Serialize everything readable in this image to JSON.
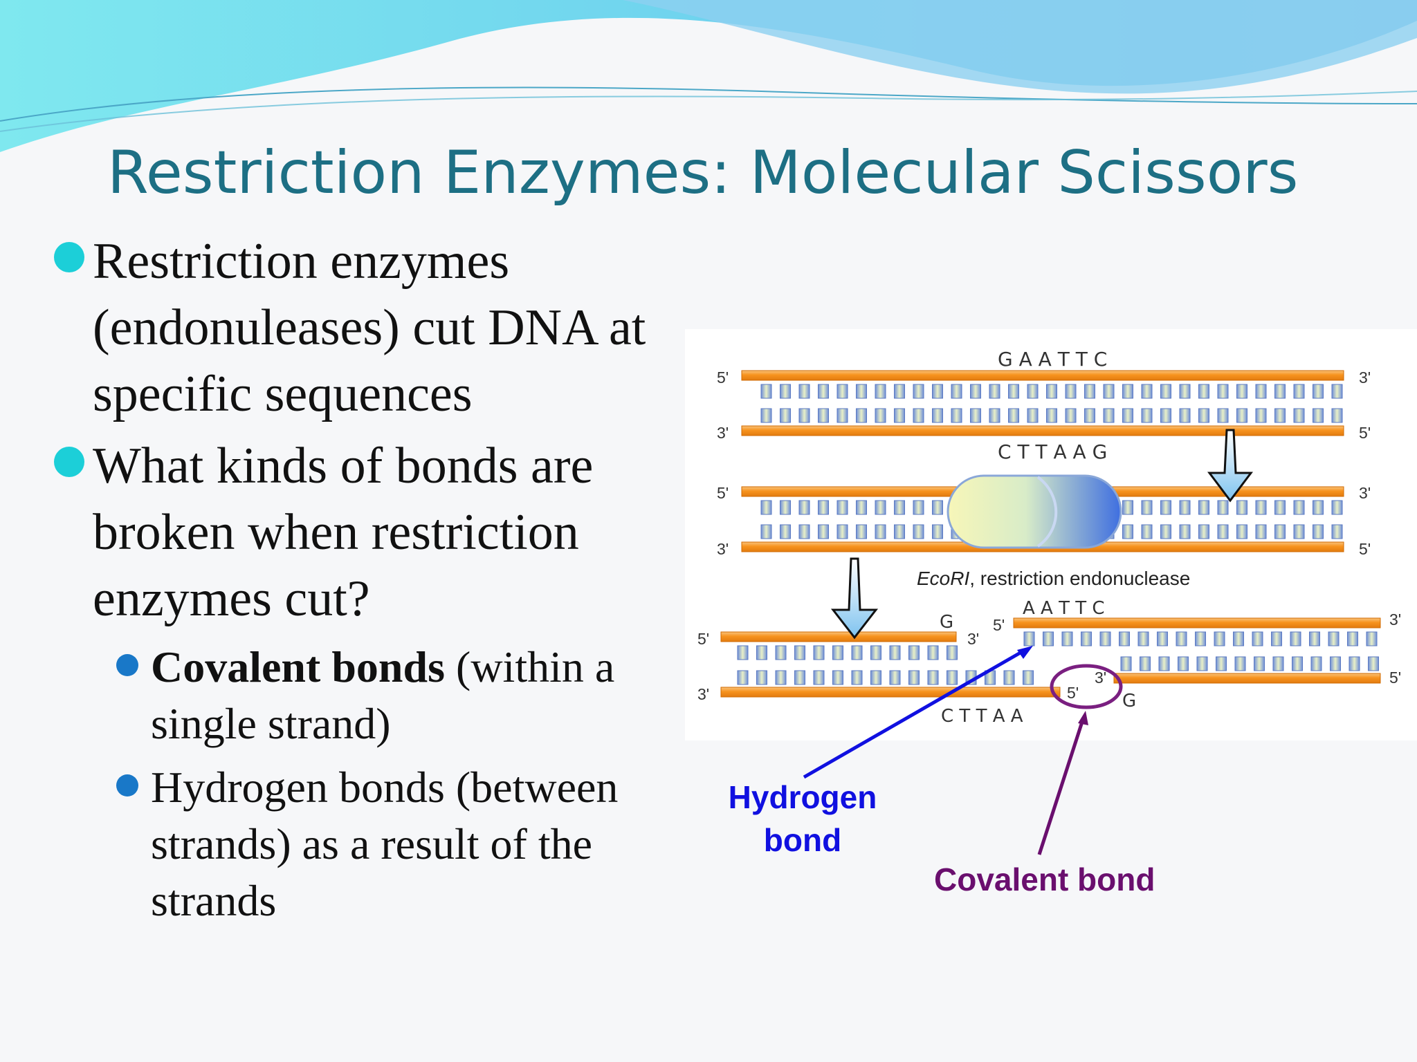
{
  "slide": {
    "title": "Restriction Enzymes: Molecular Scissors",
    "bullets": [
      {
        "text": "Restriction enzymes (endonuleases) cut DNA at specific sequences"
      },
      {
        "text": "What kinds of bonds are broken when restriction enzymes cut?"
      }
    ],
    "sub_bullets": [
      {
        "bold": "Covalent bonds",
        "text": " (within a single strand)"
      },
      {
        "text": "Hydrogen bonds (between strands) as a result of the strands"
      }
    ]
  },
  "diagram": {
    "top_sequence": "G A A T T C",
    "bottom_sequence": "C T T A A G",
    "enzyme_label_italic": "EcoRI",
    "enzyme_label_rest": ", restriction endonuclease",
    "cut_left_top": "G",
    "cut_left_bottom": "C T T A A",
    "cut_right_top": "A A T T C",
    "cut_right_bottom": "G",
    "end_5": "5'",
    "end_3": "3'",
    "hydrogen_label_line1": "Hydrogen",
    "hydrogen_label_line2": "bond",
    "covalent_label": "Covalent bond",
    "colors": {
      "strand": "#f7931e",
      "hydrogen_arrow": "#1010e0",
      "covalent_arrow": "#6a0f6e",
      "title": "#1d6f84"
    }
  }
}
